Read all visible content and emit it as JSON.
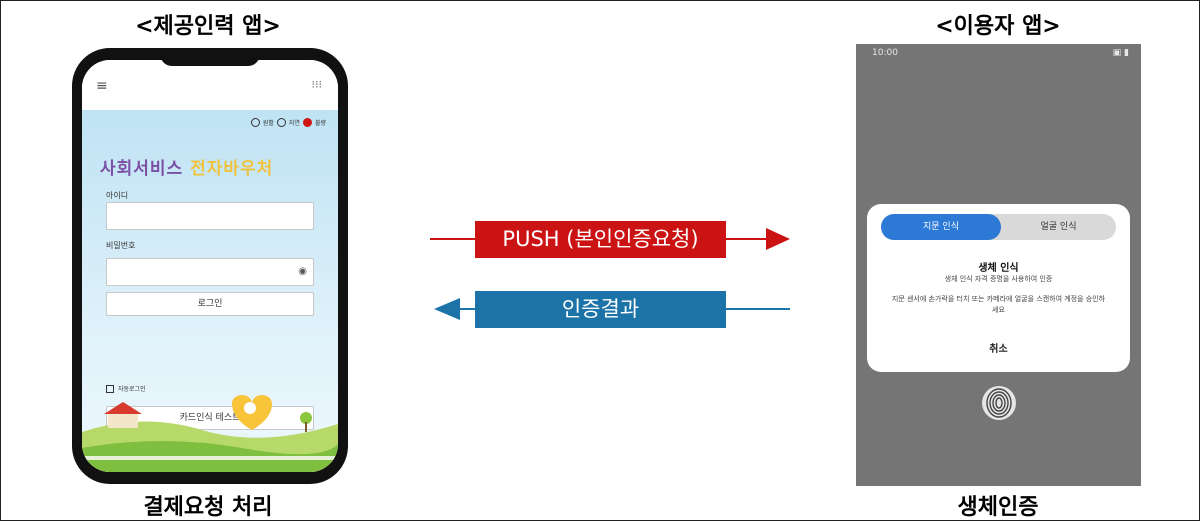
{
  "captions": {
    "provider_app": "<제공인력 앱>",
    "user_app": "<이용자 앱>",
    "payment_request": "결제요청 처리",
    "biometric_auth": "생체인증"
  },
  "provider_app": {
    "status_options": [
      "원활",
      "지연",
      "불량"
    ],
    "selected_status": "불량",
    "title_part1": "사회서비스",
    "title_part2": "전자바우처",
    "id_label": "아이디",
    "password_label": "비밀번호",
    "login_button": "로그인",
    "auto_login_label": "자동로그인",
    "card_test_button": "카드인식 테스트"
  },
  "arrows": {
    "push_label": "PUSH (본인인증요청)",
    "result_label": "인증결과"
  },
  "user_app": {
    "time": "10:00",
    "tab_fingerprint": "지문 인식",
    "tab_face": "얼굴 인식",
    "dialog_title": "생체 인식",
    "dialog_subtitle": "생체 인식 자격 증명을 사용하여 인증",
    "dialog_description": "지문 센서에 손가락을 터치 또는 카메라에 얼굴을 스캔하여 계정을 승인하세요",
    "cancel_button": "취소"
  },
  "colors": {
    "push": "#cc1313",
    "result": "#1b73a8",
    "active_tab": "#2d7ad6",
    "status_bad": "#d01414"
  }
}
